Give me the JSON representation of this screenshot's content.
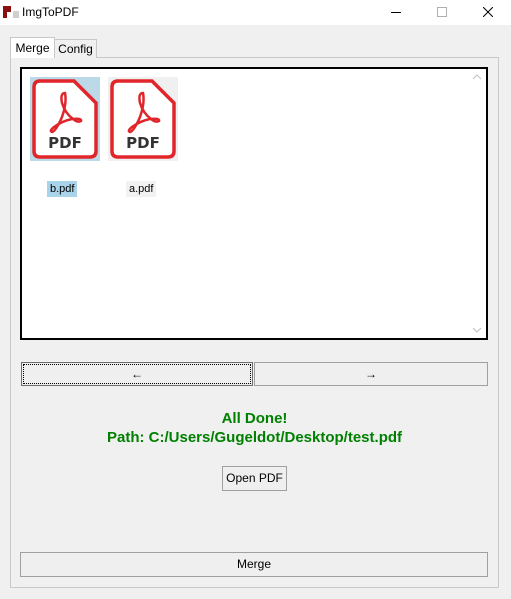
{
  "window": {
    "title": "ImgToPDF"
  },
  "tabs": [
    {
      "label": "Merge",
      "active": true
    },
    {
      "label": "Config",
      "active": false
    }
  ],
  "files": [
    {
      "name": "b.pdf",
      "selected": true,
      "icon": "pdf-file-icon",
      "badge": "PDF"
    },
    {
      "name": "a.pdf",
      "selected": false,
      "icon": "pdf-file-icon",
      "badge": "PDF"
    }
  ],
  "nav": {
    "prev_label": "←",
    "next_label": "→"
  },
  "status": {
    "title": "All Done!",
    "path": "Path: C:/Users/Gugeldot/Desktop/test.pdf",
    "color": "#008000"
  },
  "buttons": {
    "open_pdf": "Open PDF",
    "merge": "Merge"
  },
  "colors": {
    "pdf_red": "#e0262b",
    "selection": "#a9d3e9"
  }
}
